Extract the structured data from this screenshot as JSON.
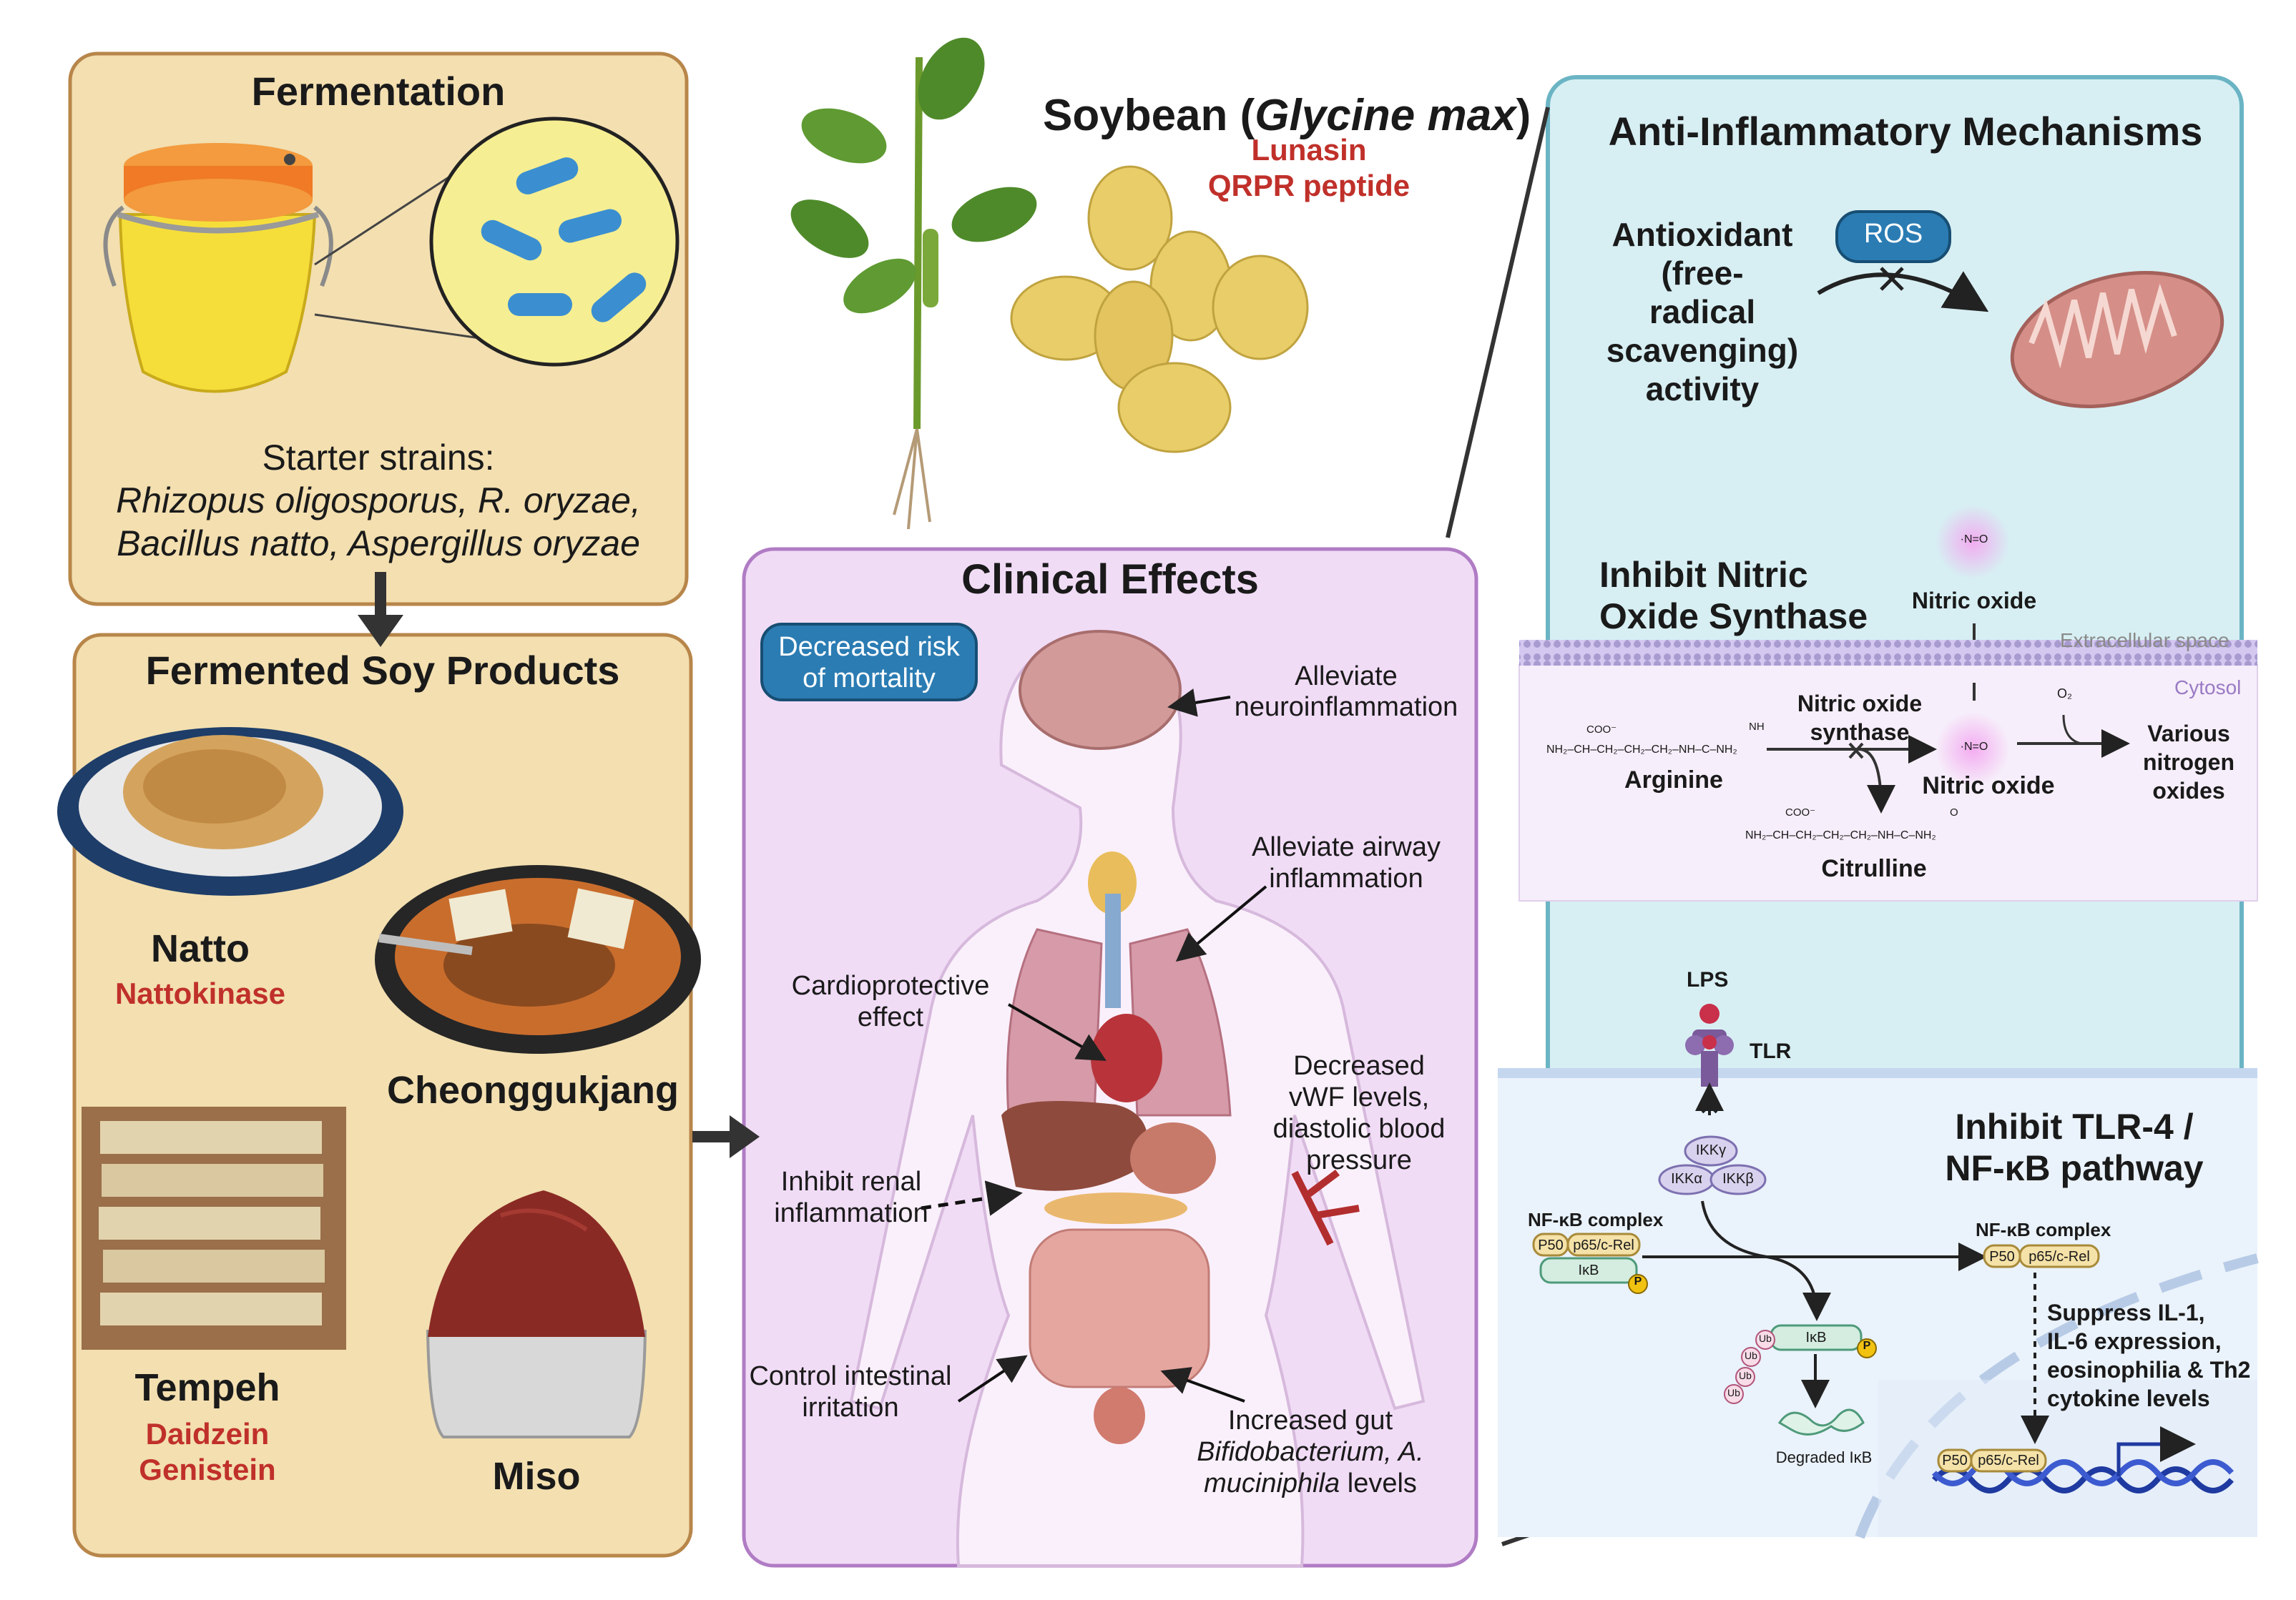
{
  "fermentation": {
    "title": "Fermentation",
    "starter_label": "Starter strains:",
    "strains_line1": "Rhizopus oligosporus, R. oryzae,",
    "strains_line2": "Bacillus natto, Aspergillus oryzae"
  },
  "products": {
    "title": "Fermented Soy Products",
    "natto": "Natto",
    "natto_compound": "Nattokinase",
    "cheonggukjang": "Cheonggukjang",
    "tempeh": "Tempeh",
    "tempeh_compound1": "Daidzein",
    "tempeh_compound2": "Genistein",
    "miso": "Miso"
  },
  "soybean": {
    "title_prefix": "Soybean (",
    "title_species": "Glycine max",
    "title_suffix": ")",
    "compound1": "Lunasin",
    "compound2": "QRPR peptide"
  },
  "clinical": {
    "title": "Clinical Effects",
    "mortality_line1": "Decreased risk",
    "mortality_line2": "of mortality",
    "neuro_line1": "Alleviate",
    "neuro_line2": "neuroinflammation",
    "airway_line1": "Alleviate airway",
    "airway_line2": "inflammation",
    "cardio_line1": "Cardioprotective",
    "cardio_line2": "effect",
    "vwf_line1": "Decreased",
    "vwf_line2": "vWF levels,",
    "vwf_line3": "diastolic blood",
    "vwf_line4": "pressure",
    "renal_line1": "Inhibit renal",
    "renal_line2": "inflammation",
    "intestinal_line1": "Control intestinal",
    "intestinal_line2": "irritation",
    "gut_line1": "Increased gut",
    "gut_line2": "Bifidobacterium, A.",
    "gut_line3": "muciniphila",
    "gut_line3b": " levels"
  },
  "mechanisms": {
    "title": "Anti-Inflammatory Mechanisms",
    "antiox_line1": "Antioxidant",
    "antiox_line2": "(free-",
    "antiox_line3": "radical",
    "antiox_line4": "scavenging)",
    "antiox_line5": "activity",
    "ros": "ROS",
    "nos_line1": "Inhibit Nitric",
    "nos_line2": "Oxide Synthase",
    "no_symbol": "·N=O",
    "no_top": "Nitric oxide",
    "extracellular": "Extracellular space",
    "cytosol": "Cytosol",
    "enzyme_line1": "Nitric oxide",
    "enzyme_line2": "synthase",
    "arginine": "Arginine",
    "citrulline": "Citrulline",
    "no_product": "Nitric oxide",
    "o2": "O₂",
    "various_line1": "Various",
    "various_line2": "nitrogen",
    "various_line3": "oxides",
    "arg_formula": "NH₂–CH–CH₂–CH₂–CH₂–NH–C–NH₂",
    "cit_formula": "NH₂–CH–CH₂–CH₂–CH₂–NH–C–NH₂",
    "coo": "COO⁻",
    "nh": "NH",
    "o_label": "O",
    "lps": "LPS",
    "tlr": "TLR",
    "tlr_title_line1": "Inhibit TLR-4 /",
    "tlr_title_line2": "NF-κB pathway",
    "ikk_gamma": "IKKγ",
    "ikk_alpha": "IKKα",
    "ikk_beta": "IKKβ",
    "nfkb_complex_left": "NF-κB complex",
    "nfkb_complex_right": "NF-κB complex",
    "p50": "P50",
    "p65": "p65/c-Rel",
    "ikb": "IκB",
    "p": "P",
    "ub": "Ub",
    "degraded": "Degraded IκB",
    "suppress_line1": "Suppress IL-1,",
    "suppress_line2": "IL-6 expression,",
    "suppress_line3": "eosinophilia & Th2",
    "suppress_line4": "cytokine levels"
  },
  "colors": {
    "panel_tan": "#f3dfb0",
    "panel_tan_border": "#b8864a",
    "panel_purple": "#f1dcf6",
    "panel_purple_border": "#b07cc4",
    "panel_blue": "#d7eff3",
    "panel_blue_border": "#6bb4c4",
    "accent_blue": "#2a7ab0",
    "red_text": "#c0302a"
  }
}
